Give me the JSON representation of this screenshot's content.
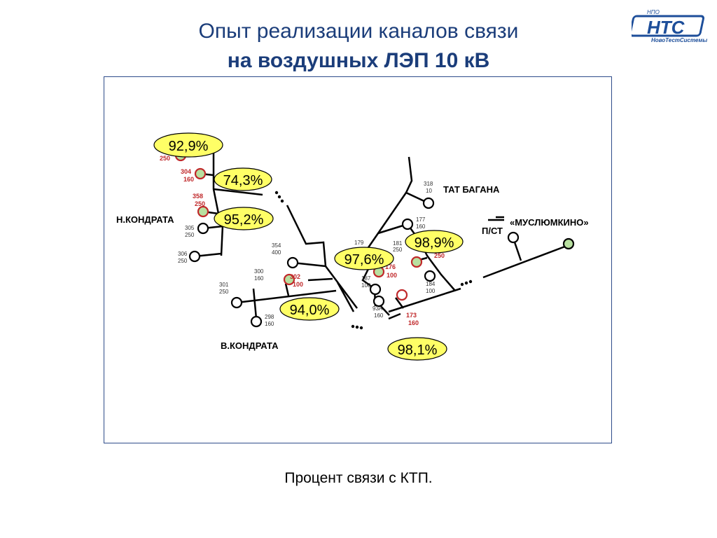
{
  "slide": {
    "title_line1": "Опыт реализации каналов связи",
    "title_line2": "на воздушных ЛЭП 10 кВ",
    "caption": "Процент связи с КТП."
  },
  "logo": {
    "top_text": "НПО",
    "main_text": "НТС",
    "sub_text": "НовоТестСистемы",
    "color": "#1d4e9a"
  },
  "colors": {
    "line": "#000000",
    "red_label": "#c0282a",
    "badge_fill": "#ffff66",
    "node_green": "#b8e0a0",
    "node_edge_red": "#c0282a",
    "frame": "#2e4c8a"
  },
  "diagram": {
    "places": [
      "Н.КОНДРАТА",
      "В.КОНДРАТА",
      "ТАТ БАГАНА",
      "«МУСЛЮМКИНО»",
      "П/СТ"
    ],
    "badges": [
      "92,9%",
      "74,3%",
      "95,2%",
      "97,6%",
      "98,9%",
      "94,0%",
      "98,1%"
    ],
    "red_labels": [
      {
        "num": "30",
        "kva": "250"
      },
      {
        "num": "304",
        "kva": "160"
      },
      {
        "num": "358",
        "kva": "250"
      },
      {
        "num": "302",
        "kva": "100"
      },
      {
        "num": "176",
        "kva": "100"
      },
      {
        "num": "",
        "kva": "250"
      },
      {
        "num": "173",
        "kva": "160"
      }
    ],
    "black_labels": [
      {
        "num": "305",
        "kva": "250"
      },
      {
        "num": "306",
        "kva": "250"
      },
      {
        "num": "354",
        "kva": "400"
      },
      {
        "num": "300",
        "kva": "160"
      },
      {
        "num": "301",
        "kva": "250"
      },
      {
        "num": "298",
        "kva": "160"
      },
      {
        "num": "318",
        "kva": "10"
      },
      {
        "num": "177",
        "kva": "160"
      },
      {
        "num": "179",
        "kva": ""
      },
      {
        "num": "181",
        "kva": "250"
      },
      {
        "num": "187",
        "kva": "100"
      },
      {
        "num": "184",
        "kva": "100"
      },
      {
        "num": "93А",
        "kva": "160"
      }
    ]
  }
}
